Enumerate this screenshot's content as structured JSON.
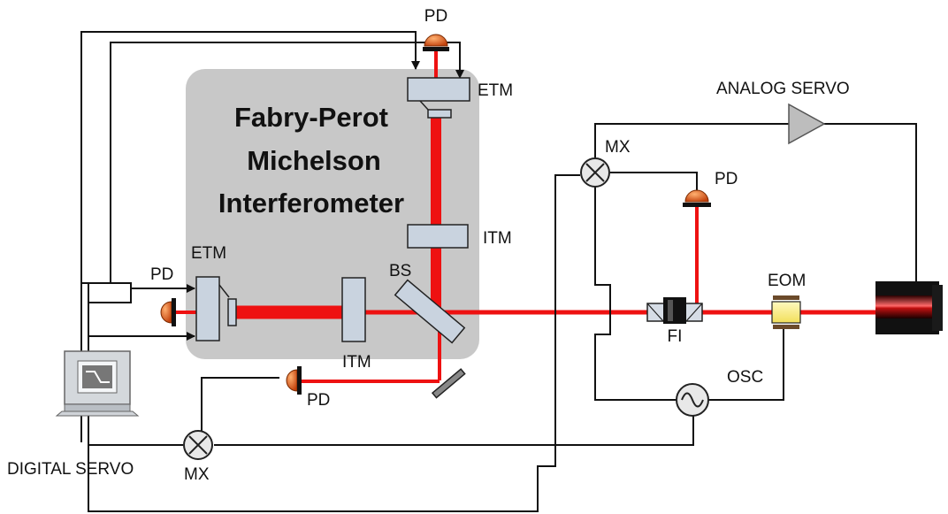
{
  "colors": {
    "beam": "#ee1111",
    "panel": "#c8c8c8",
    "photodiode": "#e0560f",
    "optic": "#c9d3df",
    "wire": "#111111"
  },
  "panel": {
    "title_lines": [
      "Fabry-Perot",
      "Michelson",
      "Interferometer"
    ]
  },
  "labels": {
    "pd_top": "PD",
    "etm_top": "ETM",
    "itm_right": "ITM",
    "bs": "BS",
    "pd_left": "PD",
    "etm_left": "ETM",
    "itm_bottom": "ITM",
    "pd_bottom": "PD",
    "analog_servo": "ANALOG SERVO",
    "mx_right": "MX",
    "pd_right": "PD",
    "eom": "EOM",
    "fi": "FI",
    "osc": "OSC",
    "digital_servo": "DIGITAL SERVO",
    "mx_bottom": "MX"
  },
  "icons": {
    "computer": "computer-icon",
    "mixer": "mixer-icon",
    "oscillator": "oscillator-icon",
    "amplifier": "amplifier-icon",
    "photodiode": "photodiode-icon",
    "laser": "laser-icon",
    "faraday_isolator": "faraday-isolator-icon",
    "eom_crystal": "eom-icon"
  }
}
